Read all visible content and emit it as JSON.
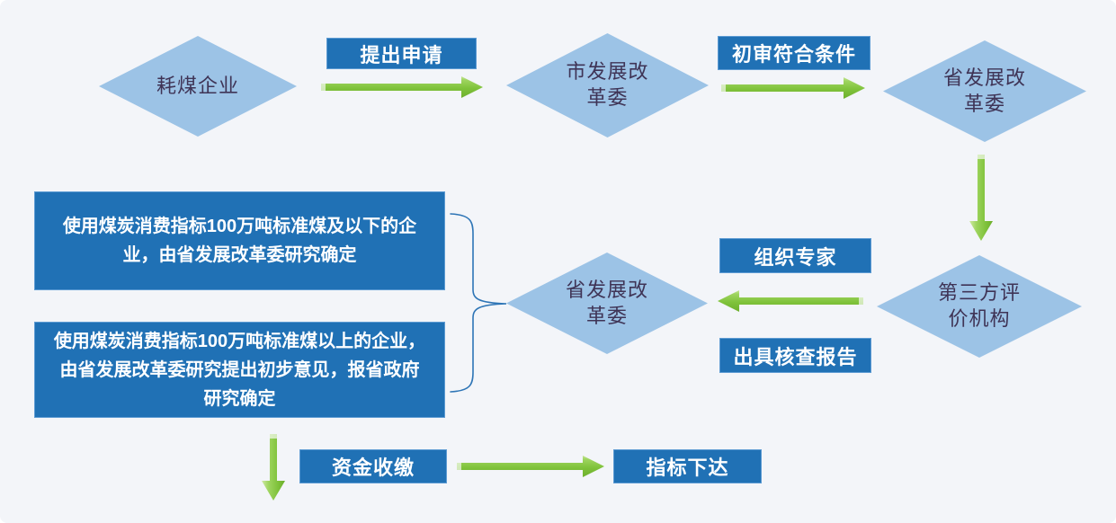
{
  "colors": {
    "background": "#F3F5F9",
    "diamond_fill": "#9CC3E6",
    "diamond_text": "#3F3456",
    "box_fill": "#2071B5",
    "box_border": "#5D9BD3",
    "box_text": "#FFFFFF",
    "arrow_green": "#7FC23B",
    "brace": "#2E75B6"
  },
  "diamonds": [
    {
      "label": "耗煤企业"
    },
    {
      "label": "市发展改\n革委"
    },
    {
      "label": "省发展改\n革委"
    },
    {
      "label": "第三方评\n价机构"
    },
    {
      "label": "省发展改\n革委"
    }
  ],
  "process_labels": {
    "apply": "提出申请",
    "preliminary_review": "初审符合条件",
    "organize_experts": "组织专家",
    "verification_report": "出具核查报告",
    "fund_collection": "资金收缴",
    "quota_issuance": "指标下达"
  },
  "decision_notes": {
    "at_or_below_100": "使用煤炭消费指标100万吨标准煤及以下的企\n业，由省发展改革委研究确定",
    "above_100": "使用煤炭消费指标100万吨标准煤以上的企业，\n由省发展改革委研究提出初步意见，报省政府\n研究确定"
  }
}
